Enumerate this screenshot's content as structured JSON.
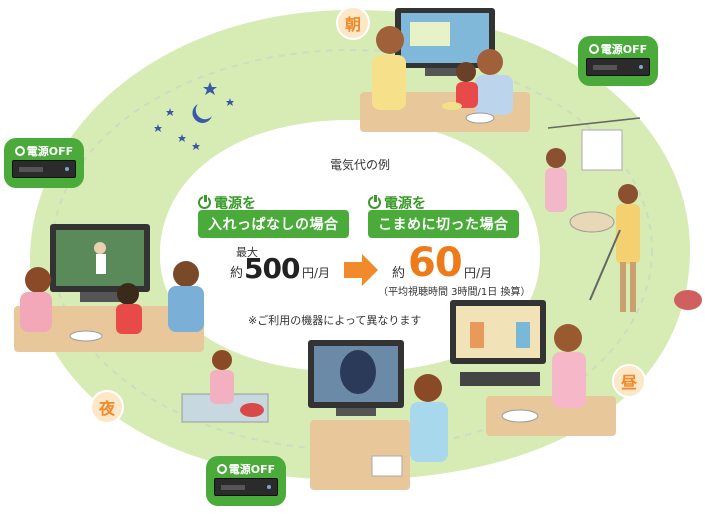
{
  "center": {
    "heading": "電気代の例",
    "left_label": "電源を",
    "left_box": "入れっぱなしの場合",
    "right_label": "電源を",
    "right_box": "こまめに切った場合",
    "max_label": "最大",
    "approx": "約",
    "value_on": "500",
    "value_off": "60",
    "unit": "円/月",
    "condition_note": "（平均視聴時間 3時間/1日 換算）",
    "footnote": "※ご利用の機器によって異なります"
  },
  "times": {
    "morning": "朝",
    "noon": "昼",
    "night": "夜"
  },
  "power_off": "電源OFF",
  "colors": {
    "green": "#4aaa3a",
    "orange": "#ef7a1a",
    "track": "#d7ebb4",
    "time_bg": "#fde7c9"
  }
}
